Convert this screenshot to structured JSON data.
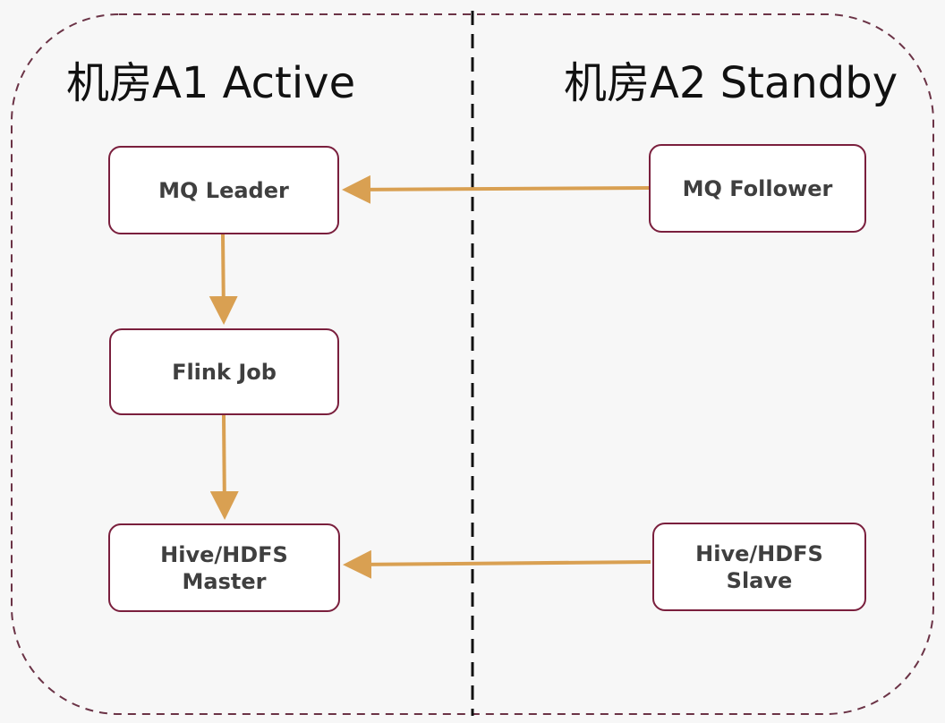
{
  "zones": {
    "a1": {
      "title": "机房A1 Active"
    },
    "a2": {
      "title": "机房A2 Standby"
    }
  },
  "nodes": {
    "mq_leader": {
      "label": "MQ Leader"
    },
    "flink_job": {
      "label": "Flink Job"
    },
    "hive_master": {
      "line1": "Hive/HDFS",
      "line2": "Master"
    },
    "mq_follower": {
      "label": "MQ Follower"
    },
    "hive_slave": {
      "line1": "Hive/HDFS",
      "line2": "Slave"
    }
  },
  "edges": [
    {
      "from": "mq_follower",
      "to": "mq_leader"
    },
    {
      "from": "mq_leader",
      "to": "flink_job"
    },
    {
      "from": "flink_job",
      "to": "hive_master"
    },
    {
      "from": "hive_slave",
      "to": "hive_master"
    }
  ],
  "colors": {
    "boundary": "#6b3346",
    "divider": "#111111",
    "node_border": "#7a1f3d",
    "arrow": "#d9a052",
    "text": "#3f3f3f",
    "title": "#111111"
  }
}
